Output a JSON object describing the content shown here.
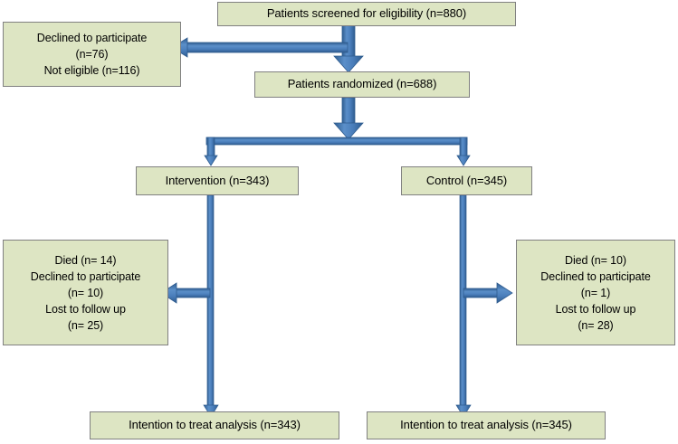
{
  "diagram": {
    "title": "CONSORT participant flow diagram",
    "type": "flowchart",
    "colors": {
      "box_fill": "#dde5c3",
      "box_border": "#808080",
      "arrow_fill": "#4a7ebb",
      "arrow_stroke": "#2f5c8f",
      "text": "#000000",
      "background": "#ffffff"
    },
    "nodes": [
      {
        "id": "screened",
        "label": "Patients screened for eligibility  (n=880)",
        "count": 880,
        "stage": "enrollment"
      },
      {
        "id": "excluded",
        "label": "Declined to participate\n(n=76)\nNot eligible  (n=116)",
        "counts": {
          "declined": 76,
          "not_eligible": 116
        },
        "stage": "enrollment-exclusion"
      },
      {
        "id": "randomized",
        "label": "Patients randomized (n=688)",
        "count": 688,
        "stage": "randomization"
      },
      {
        "id": "intervention",
        "label": "Intervention (n=343)",
        "count": 343,
        "stage": "allocation"
      },
      {
        "id": "control",
        "label": "Control (n=345)",
        "count": 345,
        "stage": "allocation"
      },
      {
        "id": "intervention_losses",
        "label": "Died (n= 14)\nDeclined to participate\n(n= 10)\nLost to follow up\n(n= 25)",
        "counts": {
          "died": 14,
          "declined": 10,
          "lost_to_follow_up": 25
        },
        "stage": "follow-up-loss"
      },
      {
        "id": "control_losses",
        "label": "Died (n= 10)\nDeclined to participate\n(n= 1)\nLost to follow up\n(n= 28)",
        "counts": {
          "died": 10,
          "declined": 1,
          "lost_to_follow_up": 28
        },
        "stage": "follow-up-loss"
      },
      {
        "id": "itt_intervention",
        "label": "Intention to treat analysis (n=343)",
        "count": 343,
        "stage": "analysis"
      },
      {
        "id": "itt_control",
        "label": "Intention to treat analysis (n=345)",
        "count": 345,
        "stage": "analysis"
      }
    ],
    "edges": [
      {
        "id": "screened-to-randomized",
        "from": "screened",
        "to": "randomized",
        "direction": "down"
      },
      {
        "id": "screened-to-excluded",
        "from": "screened",
        "to": "excluded",
        "direction": "left"
      },
      {
        "id": "randomized-split",
        "from": "randomized",
        "to": "intervention,control",
        "direction": "down-split"
      },
      {
        "id": "intervention-to-itt",
        "from": "intervention",
        "to": "itt_intervention",
        "direction": "down"
      },
      {
        "id": "intervention-to-losses",
        "from": "intervention",
        "to": "intervention_losses",
        "direction": "left"
      },
      {
        "id": "control-to-itt",
        "from": "control",
        "to": "itt_control",
        "direction": "down"
      },
      {
        "id": "control-to-losses",
        "from": "control",
        "to": "control_losses",
        "direction": "right"
      }
    ]
  }
}
